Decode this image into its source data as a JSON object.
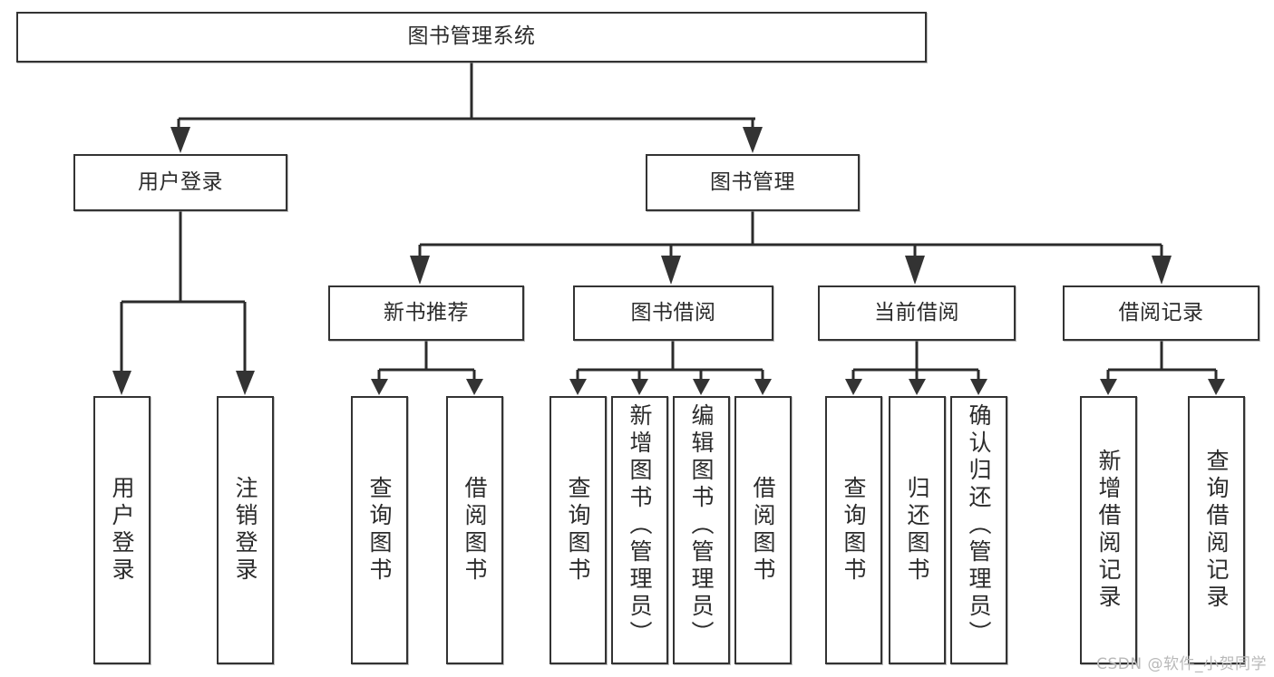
{
  "diagram": {
    "type": "tree",
    "title": "图书管理系统",
    "root": {
      "label": "图书管理系统"
    },
    "level2": [
      {
        "label": "用户登录"
      },
      {
        "label": "图书管理"
      }
    ],
    "level3": [
      {
        "label": "新书推荐"
      },
      {
        "label": "图书借阅"
      },
      {
        "label": "当前借阅"
      },
      {
        "label": "借阅记录"
      }
    ],
    "leaves": {
      "user_login": [
        {
          "label": "用户登录"
        },
        {
          "label": "注销登录"
        }
      ],
      "new_book_recommend": [
        {
          "label": "查询图书"
        },
        {
          "label": "借阅图书"
        }
      ],
      "book_borrow": [
        {
          "label": "查询图书"
        },
        {
          "label": "新增图书（管理员）"
        },
        {
          "label": "编辑图书（管理员）"
        },
        {
          "label": "借阅图书"
        }
      ],
      "current_borrow": [
        {
          "label": "查询图书"
        },
        {
          "label": "归还图书"
        },
        {
          "label": "确认归还（管理员）"
        }
      ],
      "borrow_record": [
        {
          "label": "新增借阅记录"
        },
        {
          "label": "查询借阅记录"
        }
      ]
    }
  },
  "watermark": {
    "text": "CSDN @软件_小贺同学"
  },
  "colors": {
    "border": "#333333",
    "text": "#2b2b2b",
    "background": "#ffffff",
    "connector": "#2b2b2b",
    "watermark": "#b9b9b9"
  }
}
